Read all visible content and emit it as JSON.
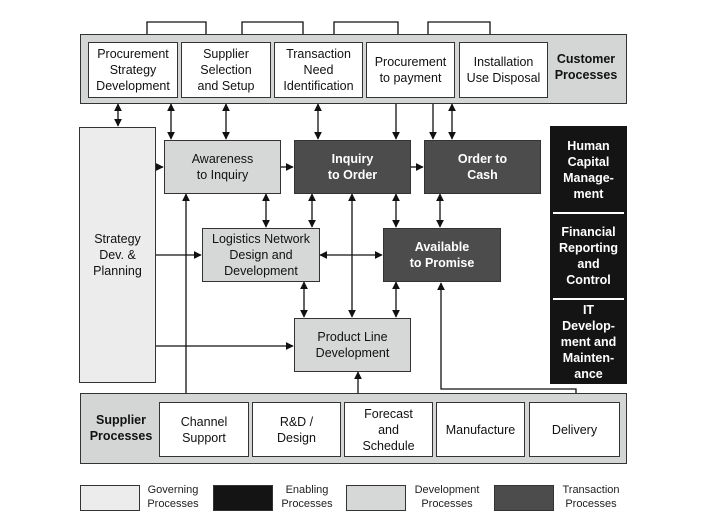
{
  "customer": {
    "label": "Customer\nProcesses",
    "boxes": [
      "Procurement\nStrategy\nDevelopment",
      "Supplier\nSelection\nand Setup",
      "Transaction\nNeed\nIdentification",
      "Procurement\nto payment",
      "Installation\nUse Disposal"
    ]
  },
  "strategy": "Strategy\nDev. &\nPlanning",
  "middle": {
    "awareness": "Awareness\nto Inquiry",
    "inquiry": "Inquiry\nto Order",
    "order": "Order to\nCash",
    "logistics": "Logistics Network\nDesign and\nDevelopment",
    "available": "Available\nto Promise",
    "product_line": "Product Line\nDevelopment"
  },
  "enabling": [
    "Human\nCapital\nManage-\nment",
    "Financial\nReporting\nand\nControl",
    "IT\nDevelop-\nment and\nMainten-\nance"
  ],
  "supplier": {
    "label": "Supplier\nProcesses",
    "boxes": [
      "Channel\nSupport",
      "R&D /\nDesign",
      "Forecast\nand\nSchedule",
      "Manufacture",
      "Delivery"
    ]
  },
  "legend": [
    {
      "label": "Governing\nProcesses",
      "color": "#ececec"
    },
    {
      "label": "Enabling\nProcesses",
      "color": "#141414"
    },
    {
      "label": "Development\nProcesses",
      "color": "#d6d7d7"
    },
    {
      "label": "Transaction\nProcesses",
      "color": "#4c4c4c"
    }
  ],
  "colors": {
    "band": "#d4d5d5",
    "governing": "#ececec",
    "development": "#d6d7d7",
    "transaction": "#4c4c4c",
    "enabling": "#141414"
  }
}
